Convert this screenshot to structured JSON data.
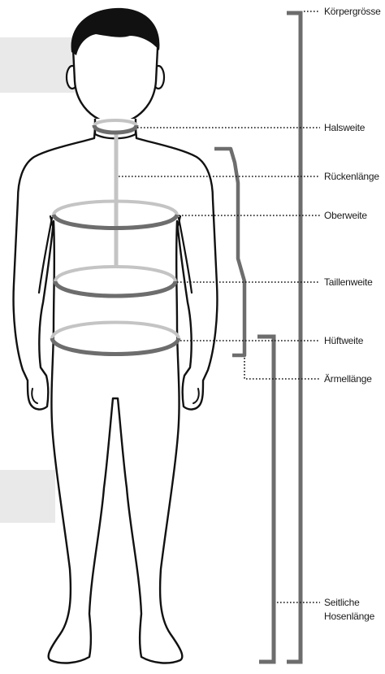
{
  "labels": {
    "koerpergroesse": "Körpergrösse",
    "halsweite": "Halsweite",
    "rueckenlaenge": "Rückenlänge",
    "oberweite": "Oberweite",
    "taillenweite": "Taillenweite",
    "hueftweite": "Hüftweite",
    "aermellaenge": "Ärmellänge",
    "seitliche_line1": "Seitliche",
    "seitliche_line2": "Hosenlänge"
  },
  "colors": {
    "bracket": "#6d6d6e",
    "ring_dark": "#6d6d6e",
    "ring_light": "#c4c4c4",
    "outline": "#111111",
    "hair": "#111111",
    "panel": "#e9e9ea"
  }
}
